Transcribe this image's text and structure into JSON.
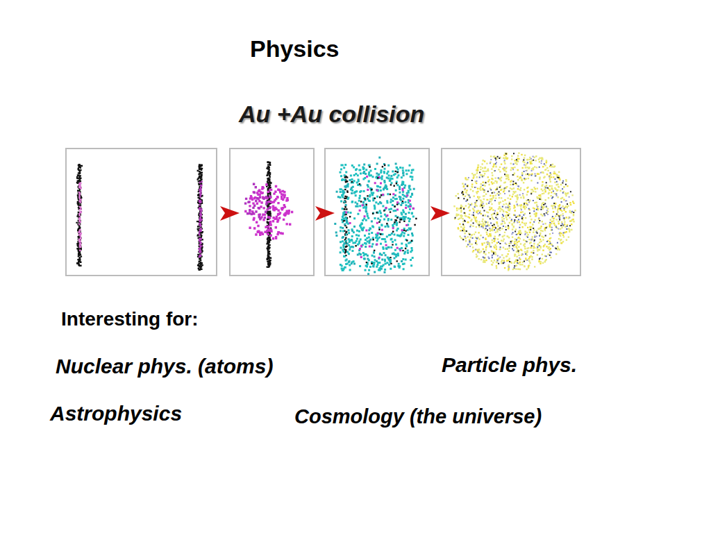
{
  "diagram": {
    "title": "Physics",
    "labels": [
      "Au +Au collision",
      "Interesting for:",
      "Nuclear phys. (atoms)",
      "Particle phys.",
      "Astrophysics",
      "Cosmology (the universe)"
    ]
  }
}
